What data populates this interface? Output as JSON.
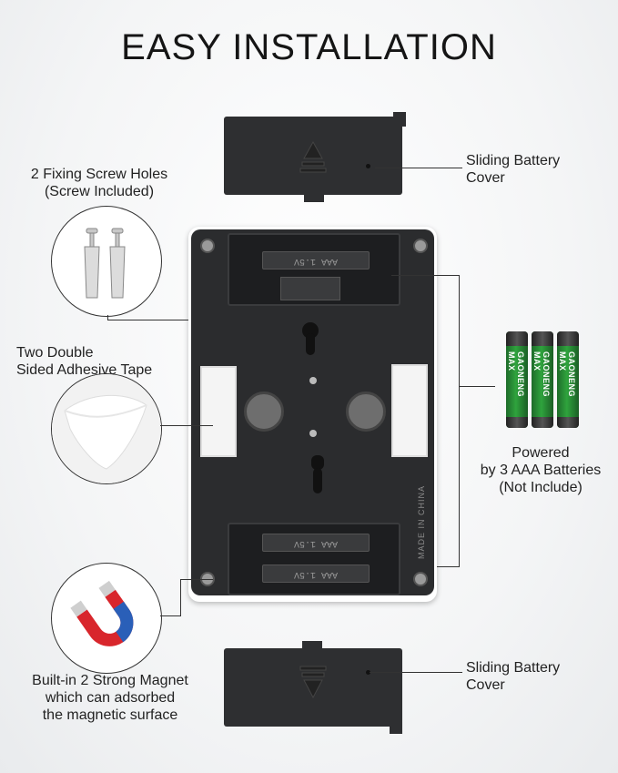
{
  "title": "EASY INSTALLATION",
  "labels": {
    "screw_holes": [
      "2 Fixing Screw Holes",
      "(Screw Included)"
    ],
    "top_cover": [
      "Sliding Battery",
      "Cover"
    ],
    "adhesive": [
      "Two Double",
      "Sided Adhesive Tape"
    ],
    "batteries": [
      "Powered",
      "by 3 AAA Batteries",
      "(Not Include)"
    ],
    "magnet": [
      "Built-in 2 Strong Magnet",
      "which can adsorbed",
      "the magnetic surface"
    ],
    "bottom_cover": [
      "Sliding Battery",
      "Cover"
    ]
  },
  "device": {
    "made_in": "MADE IN CHINA",
    "battery_marking": "AAA 1.5V",
    "battery_brand": "GAONENG MAX"
  },
  "colors": {
    "device_body": "#2b2c2e",
    "battery_green": "#2fa33d",
    "magnet_red": "#d8262c",
    "magnet_blue": "#2a5fb8"
  }
}
